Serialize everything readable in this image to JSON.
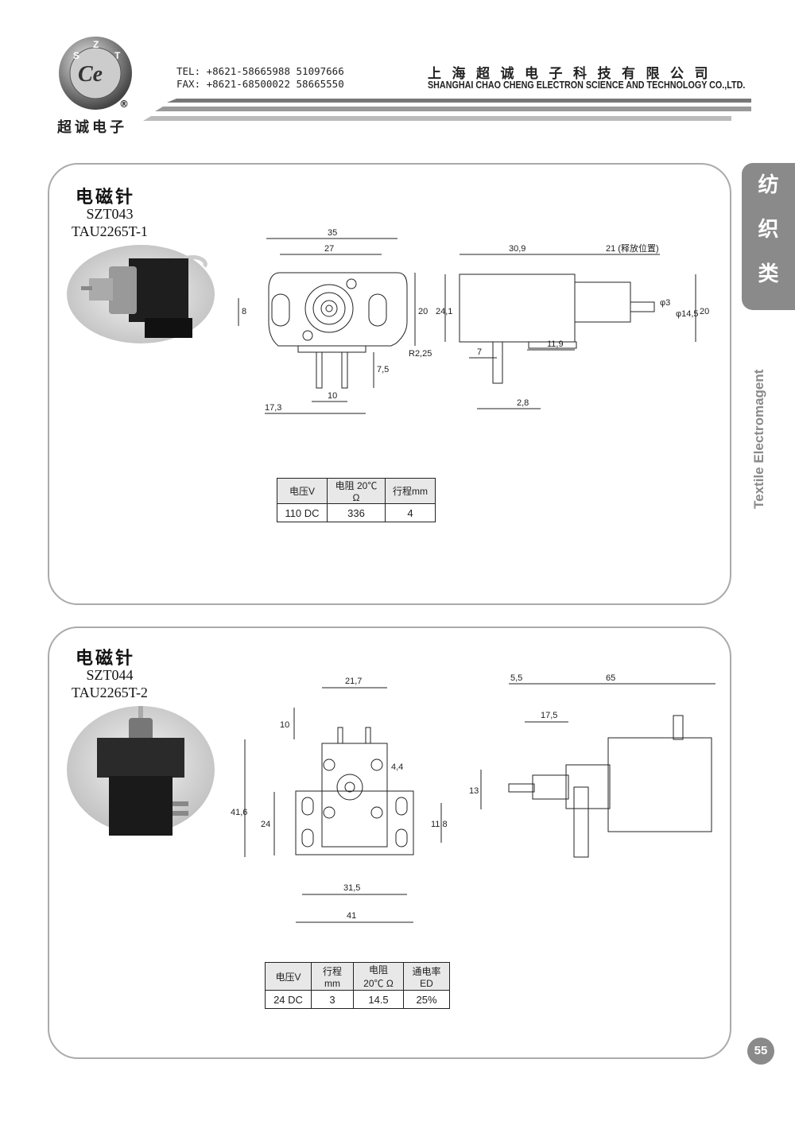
{
  "header": {
    "logo_letters": [
      "S",
      "Z",
      "T"
    ],
    "logo_mark": "Ce",
    "logo_registered": "®",
    "logo_cn": "超诚电子",
    "tel": "TEL: +8621-58665988 51097666",
    "fax": "FAX: +8621-68500022 58665550",
    "company_cn": "上海超诚电子科技有限公司",
    "company_en": "SHANGHAI CHAO CHENG ELECTRON SCIENCE AND TECHNOLOGY CO.,LTD."
  },
  "side": {
    "tab": [
      "纺",
      "织",
      "类"
    ],
    "label": "Textile Electromagent"
  },
  "products": [
    {
      "title": "电磁针",
      "code1": "SZT043",
      "code2": "TAU2265T-1",
      "dims": {
        "front_width": "35",
        "front_inner": "27",
        "front_slot": "8",
        "front_height": "20",
        "front_radius": "R2,25",
        "pin_height": "7,5",
        "pin_span": "10",
        "pin_offset": "17,3",
        "side_body": "30,9",
        "side_plunger": "21 (释放位置)",
        "side_height_a": "24,1",
        "side_dia_a": "φ3",
        "side_dia_b": "φ14,5",
        "side_height_b": "20",
        "side_pin": "7",
        "side_step": "11,9",
        "side_pin_w": "2,8"
      },
      "spec_headers": [
        "电压V",
        "电阻 20℃ Ω",
        "行程mm"
      ],
      "spec_values": [
        "110 DC",
        "336",
        "4"
      ]
    },
    {
      "title": "电磁针",
      "code1": "SZT044",
      "code2": "TAU2265T-2",
      "dims": {
        "front_top": "21,7",
        "front_term": "10",
        "front_gap": "4,4",
        "front_height": "41,6",
        "front_lower": "24",
        "front_slot": "11,8",
        "front_hole": "31,5",
        "front_width": "41",
        "side_a": "5,5",
        "side_total": "65",
        "side_b": "17,5",
        "side_h": "13"
      },
      "spec_headers": [
        "电压V",
        "行程mm",
        "电阻 20℃ Ω",
        "通电率ED"
      ],
      "spec_values": [
        "24 DC",
        "3",
        "14.5",
        "25%"
      ]
    }
  ],
  "page_number": "55"
}
